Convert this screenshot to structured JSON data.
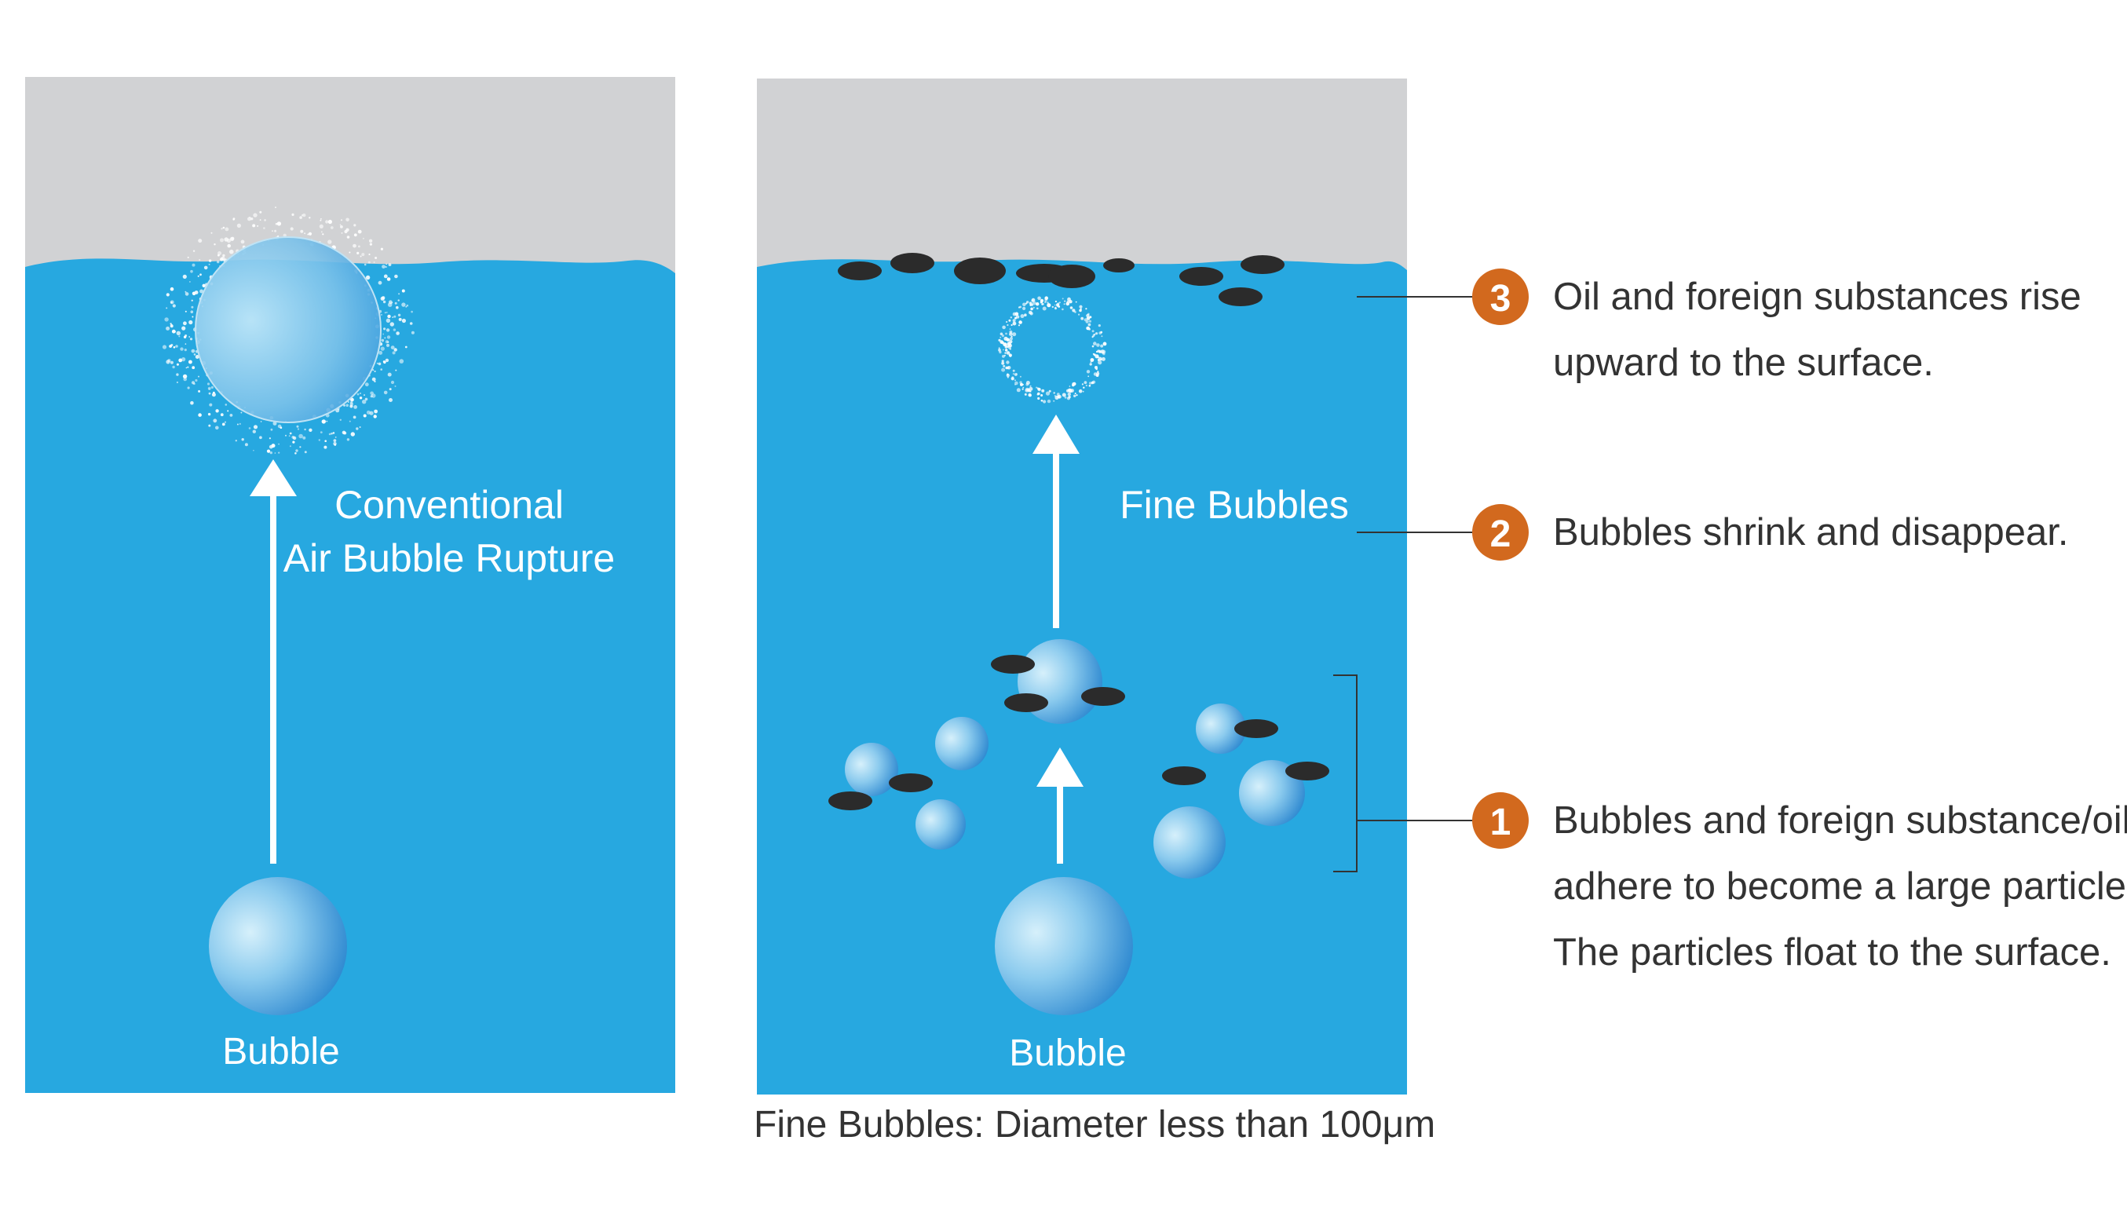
{
  "colors": {
    "water": "#27a8e0",
    "air": "#d1d2d4",
    "step_badge": "#d2691e",
    "text_dark": "#333333",
    "particle": "#2b2b2b"
  },
  "left_panel": {
    "label_line1": "Conventional",
    "label_line2": "Air Bubble Rupture",
    "bubble_label": "Bubble"
  },
  "right_panel": {
    "label": "Fine Bubbles",
    "bubble_label": "Bubble",
    "caption": "Fine Bubbles: Diameter less than 100μm"
  },
  "steps": [
    {
      "number": "3",
      "lines": [
        "Oil and foreign substances rise",
        "upward to the surface."
      ]
    },
    {
      "number": "2",
      "lines": [
        "Bubbles shrink and disappear."
      ]
    },
    {
      "number": "1",
      "lines": [
        "Bubbles and foreign substance/oil",
        "adhere to become a large particle.",
        "The particles float to the surface."
      ]
    }
  ]
}
